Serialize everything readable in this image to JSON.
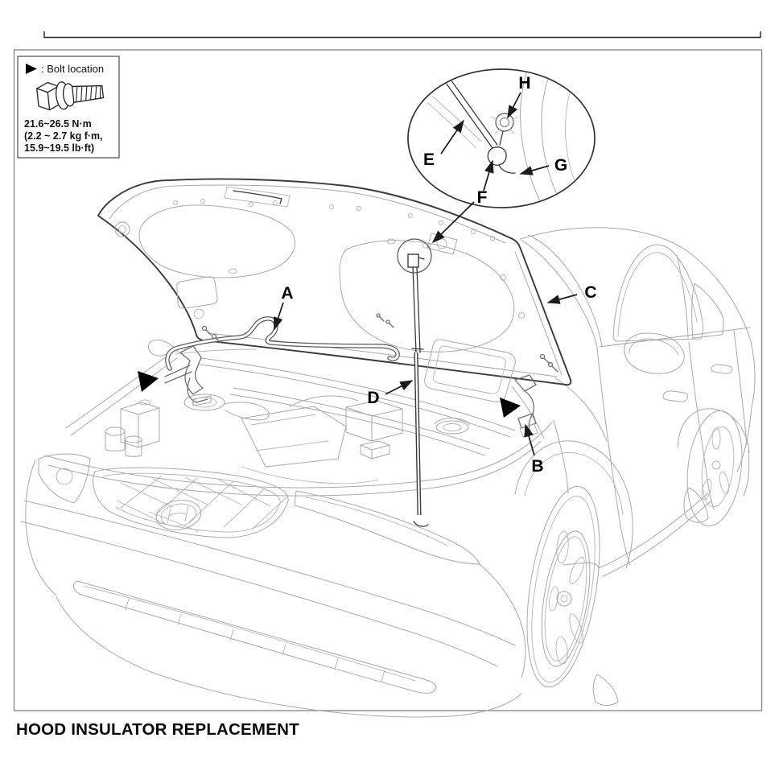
{
  "legend": {
    "marker_icon": "▶",
    "marker_label": ": Bolt location",
    "torque_lines": [
      "21.6~26.5 N·m",
      "(2.2 ~ 2.7 kg f·m,",
      "15.9~19.5 lb·ft)"
    ]
  },
  "figure": {
    "callouts": [
      {
        "letter": "A"
      },
      {
        "letter": "B"
      },
      {
        "letter": "C"
      },
      {
        "letter": "D"
      },
      {
        "letter": "E"
      },
      {
        "letter": "F"
      },
      {
        "letter": "G"
      },
      {
        "letter": "H"
      }
    ],
    "colors": {
      "line_light": "#a8a8a8",
      "line_dark": "#3a3a3a",
      "label": "#000000",
      "border": "#8c8c8c",
      "background": "#ffffff"
    }
  },
  "caption": {
    "title": "HOOD INSULATOR REPLACEMENT"
  }
}
